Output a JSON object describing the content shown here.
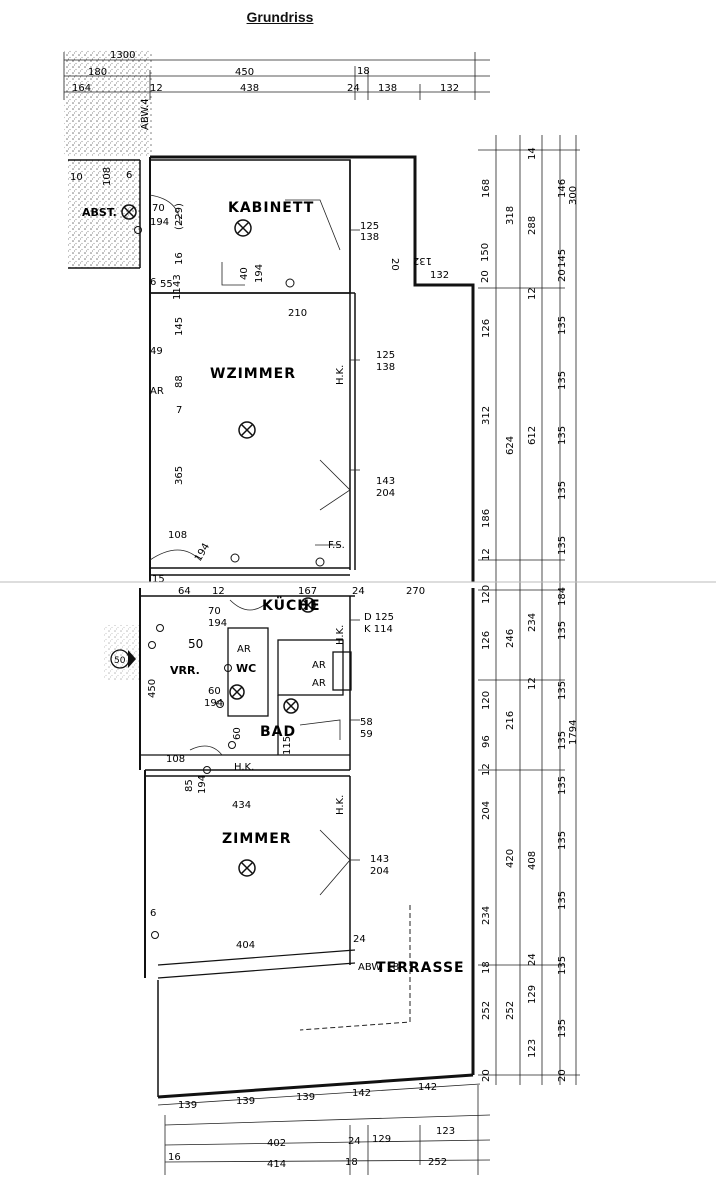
{
  "title": "Grundriss",
  "rooms": {
    "kabinett": "KABINETT",
    "wzimmer": "WZIMMER",
    "kueche": "KÜCHE",
    "vorr": "VRR.",
    "wc": "WC",
    "bad": "BAD",
    "zimmer": "ZIMMER",
    "terrasse": "TERRASSE",
    "abst": "ABST."
  },
  "labels": {
    "abw4": "ABW.4",
    "abw18": "ABW. 18.",
    "ar1": "AR",
    "ar2": "AR",
    "ar3": "AR",
    "ar4": "AR",
    "hk1": "H.K.",
    "hk2": "H.K.",
    "hk3": "H.K.",
    "hk4": "H.K.",
    "fs": "F.S.",
    "d": "D 125",
    "k": "K 114",
    "n50a": "50",
    "n50b": "50"
  },
  "top_dims": {
    "row1": [
      "1300"
    ],
    "row2": [
      "180",
      "450",
      "18"
    ],
    "row3": [
      "164",
      "12",
      "438",
      "24",
      "138",
      "132"
    ]
  },
  "bottom_dims": {
    "row1": [
      "139",
      "139",
      "139",
      "142",
      "142"
    ],
    "row2": [
      "402",
      "24",
      "129",
      "123"
    ],
    "row3": [
      "16",
      "414",
      "18",
      "252"
    ]
  },
  "interior_dims": {
    "abst_w": "108",
    "abst_10": "10",
    "abst_6": "6",
    "door1": "70",
    "door1b": "194",
    "k229": "(229)",
    "k16": "16",
    "win1": "125",
    "win1b": "138",
    "d20": "20",
    "d132a": "132",
    "d132b": "132",
    "d150": "150",
    "d20b": "20",
    "d40": "40",
    "d194": "194",
    "d6": "6",
    "d55": "55",
    "d43": "43",
    "d11": "11",
    "d210": "210",
    "d145": "145",
    "d49": "49",
    "d88": "88",
    "d7": "7",
    "win2": "125",
    "win2b": "138",
    "d365": "365",
    "win3": "143",
    "win3b": "204",
    "d108": "108",
    "d194b": "194",
    "d15": "15",
    "d64": "64",
    "d12": "12",
    "d167": "167",
    "d24": "24",
    "d270": "270",
    "d70b": "70",
    "d194c": "194",
    "d60": "60",
    "d194d": "194",
    "d450": "450",
    "d58": "58",
    "d59": "59",
    "d115": "115",
    "d60b": "60",
    "d85": "85",
    "d194e": "194",
    "d108b": "108",
    "d434": "434",
    "win4": "143",
    "win4b": "204",
    "d404": "404",
    "d6b": "6",
    "d24b": "24"
  },
  "right_dims": {
    "col1": [
      "168",
      "150",
      "20",
      "126",
      "312",
      "186",
      "12",
      "120",
      "126",
      "120",
      "96",
      "12",
      "204",
      "234",
      "18",
      "252",
      "20"
    ],
    "col2": [
      "318",
      "624",
      "246",
      "216",
      "420",
      "252"
    ],
    "col3": [
      "14",
      "288",
      "12",
      "612",
      "234",
      "12",
      "408",
      "24",
      "129",
      "123"
    ],
    "col4": [
      "146",
      "145",
      "20",
      "135",
      "135",
      "135",
      "135",
      "135",
      "184",
      "135",
      "135",
      "135",
      "135",
      "135",
      "135",
      "135",
      "135",
      "20"
    ],
    "col5": [
      "300",
      "1794"
    ]
  },
  "colors": {
    "ink": "#111111",
    "paper": "#ffffff",
    "stipple": "#8a8a8a"
  }
}
